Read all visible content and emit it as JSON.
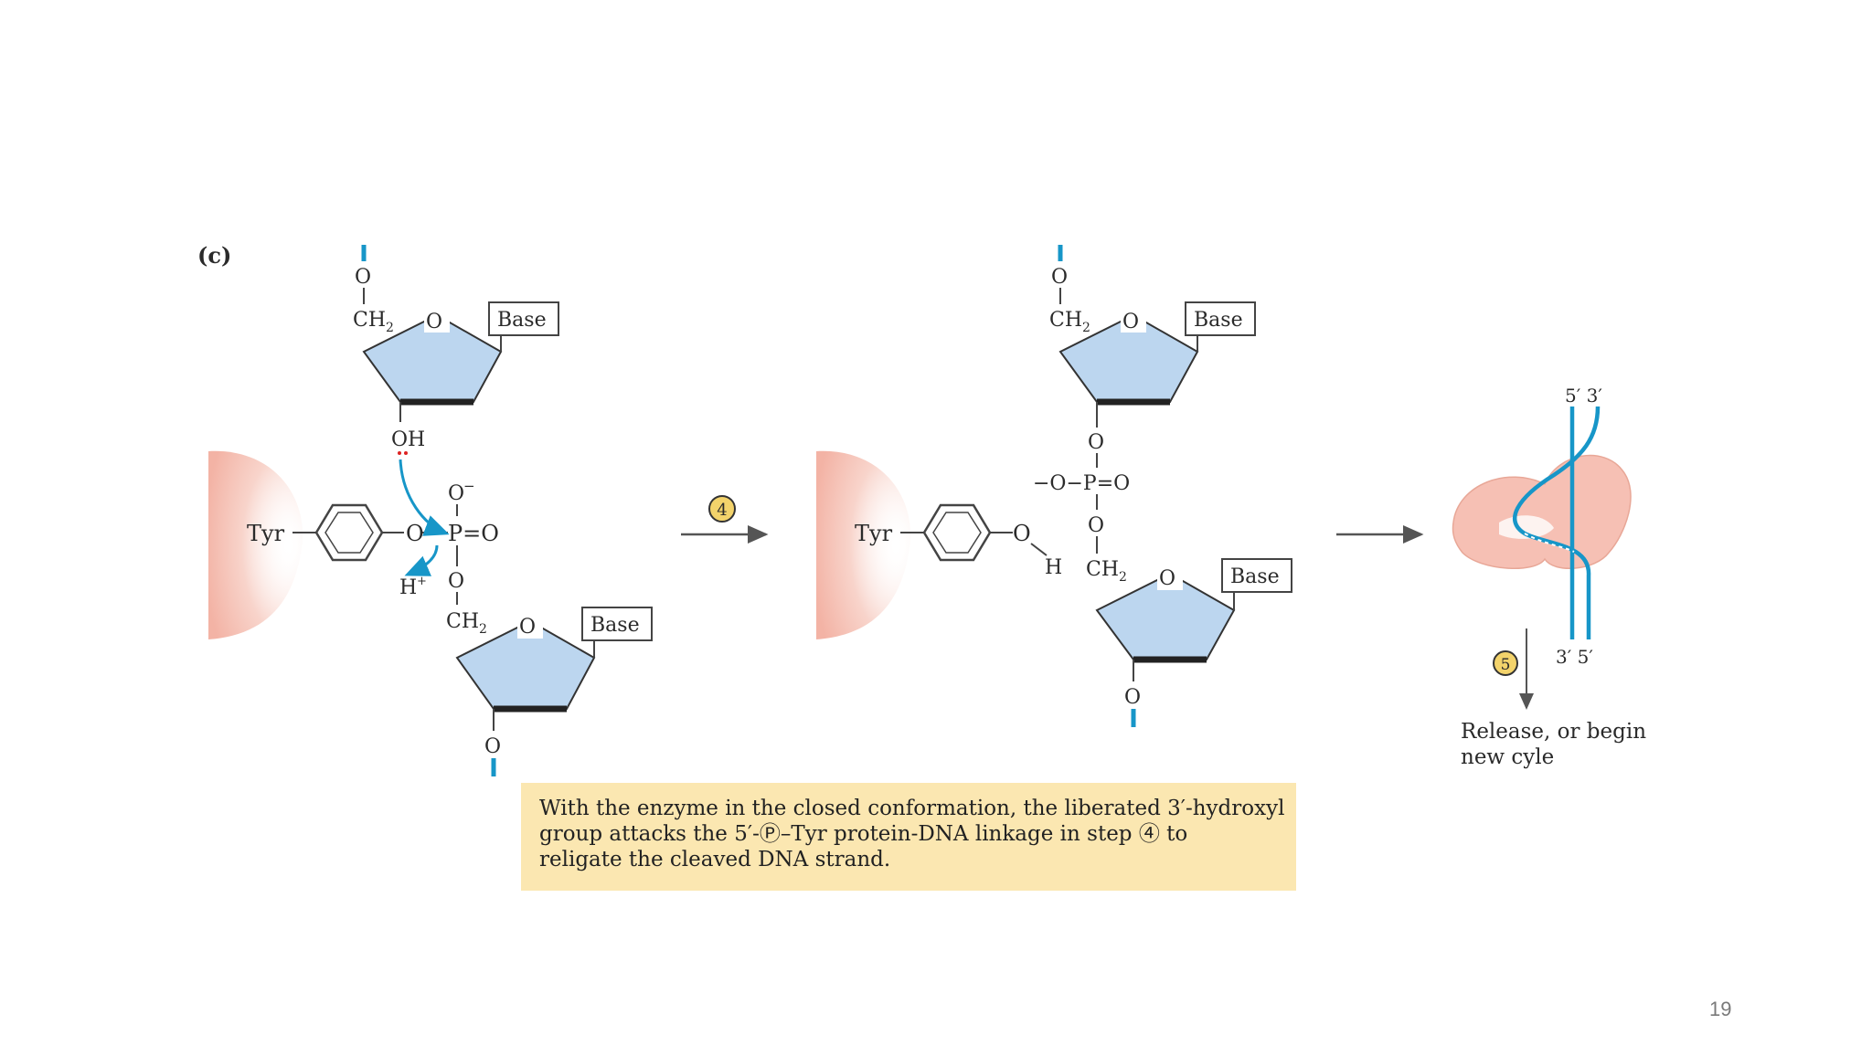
{
  "panel_label": "(c)",
  "labels": {
    "base": "Base",
    "tyr": "Tyr",
    "oxygen": "O",
    "hydroxyl": "OH",
    "ch2": "CH",
    "ch2_subscript": "2",
    "o_minus": "O",
    "minus_sign": "−",
    "phosphoryl": "P=O",
    "proton": "H",
    "proton_charge": "+",
    "hydrogen": "H",
    "phosphate_left": "−O−P=O"
  },
  "steps": {
    "step4": "4",
    "step5": "5"
  },
  "strand_ends": {
    "top": "5′ 3′",
    "bottom": "3′ 5′"
  },
  "release": {
    "line1": "Release, or begin",
    "line2": "new cyle"
  },
  "caption": {
    "line1": "With the enzyme in the closed conformation, the liberated 3′-hydroxyl",
    "line2": "group attacks the 5′-Ⓟ–Tyr protein-DNA linkage in step ④ to",
    "line3": "religate the cleaved DNA strand."
  },
  "page_number": "19",
  "colors": {
    "sugar_fill": "#bcd6ef",
    "dna_strand": "#1796c8",
    "enzyme": "#f6c0b4",
    "step_circle": "#f3d36b",
    "caption_bg": "#fbe7b1"
  }
}
